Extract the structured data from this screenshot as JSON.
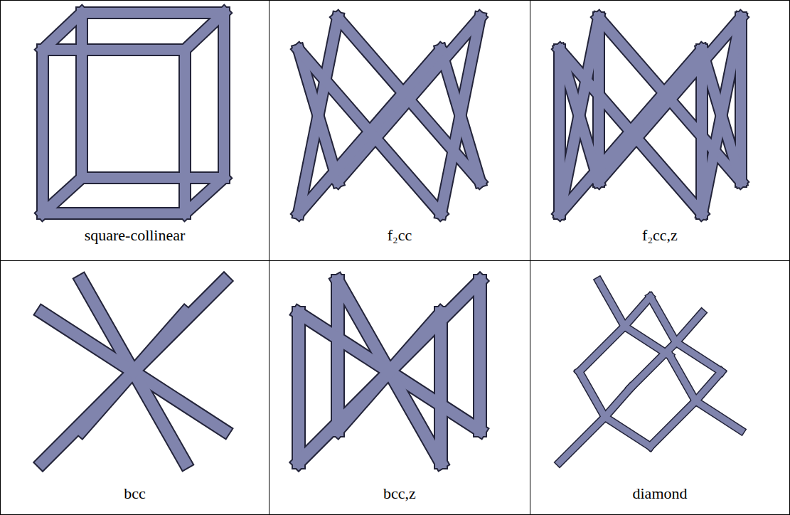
{
  "diagram": {
    "nodes": [
      {
        "text": [
          "square-collinear"
        ]
      },
      {
        "text": [
          "f₂cc"
        ]
      },
      {
        "text": [
          "f₂cc,z"
        ]
      },
      {
        "text": [
          "bcc"
        ]
      },
      {
        "text": [
          "bcc,z"
        ]
      },
      {
        "text": [
          "diamond"
        ]
      }
    ]
  }
}
